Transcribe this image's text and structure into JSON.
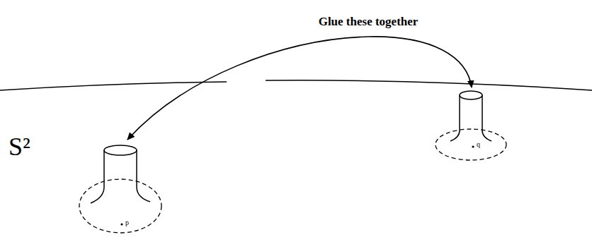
{
  "diagram": {
    "labels": [
      "Glue these together",
      "S²",
      "p",
      "q"
    ]
  }
}
